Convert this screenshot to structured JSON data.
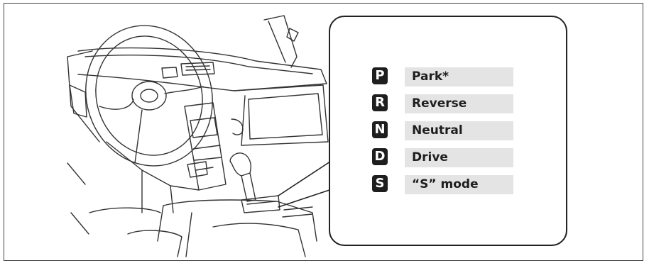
{
  "gear_positions": [
    {
      "letter": "P",
      "label": "Park*"
    },
    {
      "letter": "R",
      "label": "Reverse"
    },
    {
      "letter": "N",
      "label": "Neutral"
    },
    {
      "letter": "D",
      "label": "Drive"
    },
    {
      "letter": "S",
      "label": "“S” mode"
    }
  ]
}
